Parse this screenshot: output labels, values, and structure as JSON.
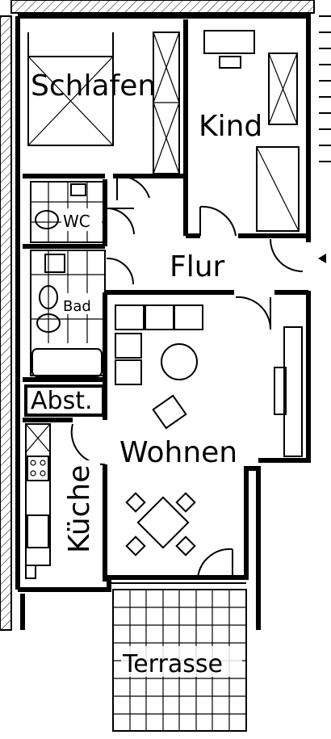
{
  "rooms": {
    "schlafen": "Schlafen",
    "kind": "Kind",
    "wc": "WC",
    "flur": "Flur",
    "bad": "Bad",
    "abst": "Abst.",
    "wohnen": "Wohnen",
    "kueche": "Küche",
    "terrasse": "Terrasse"
  }
}
